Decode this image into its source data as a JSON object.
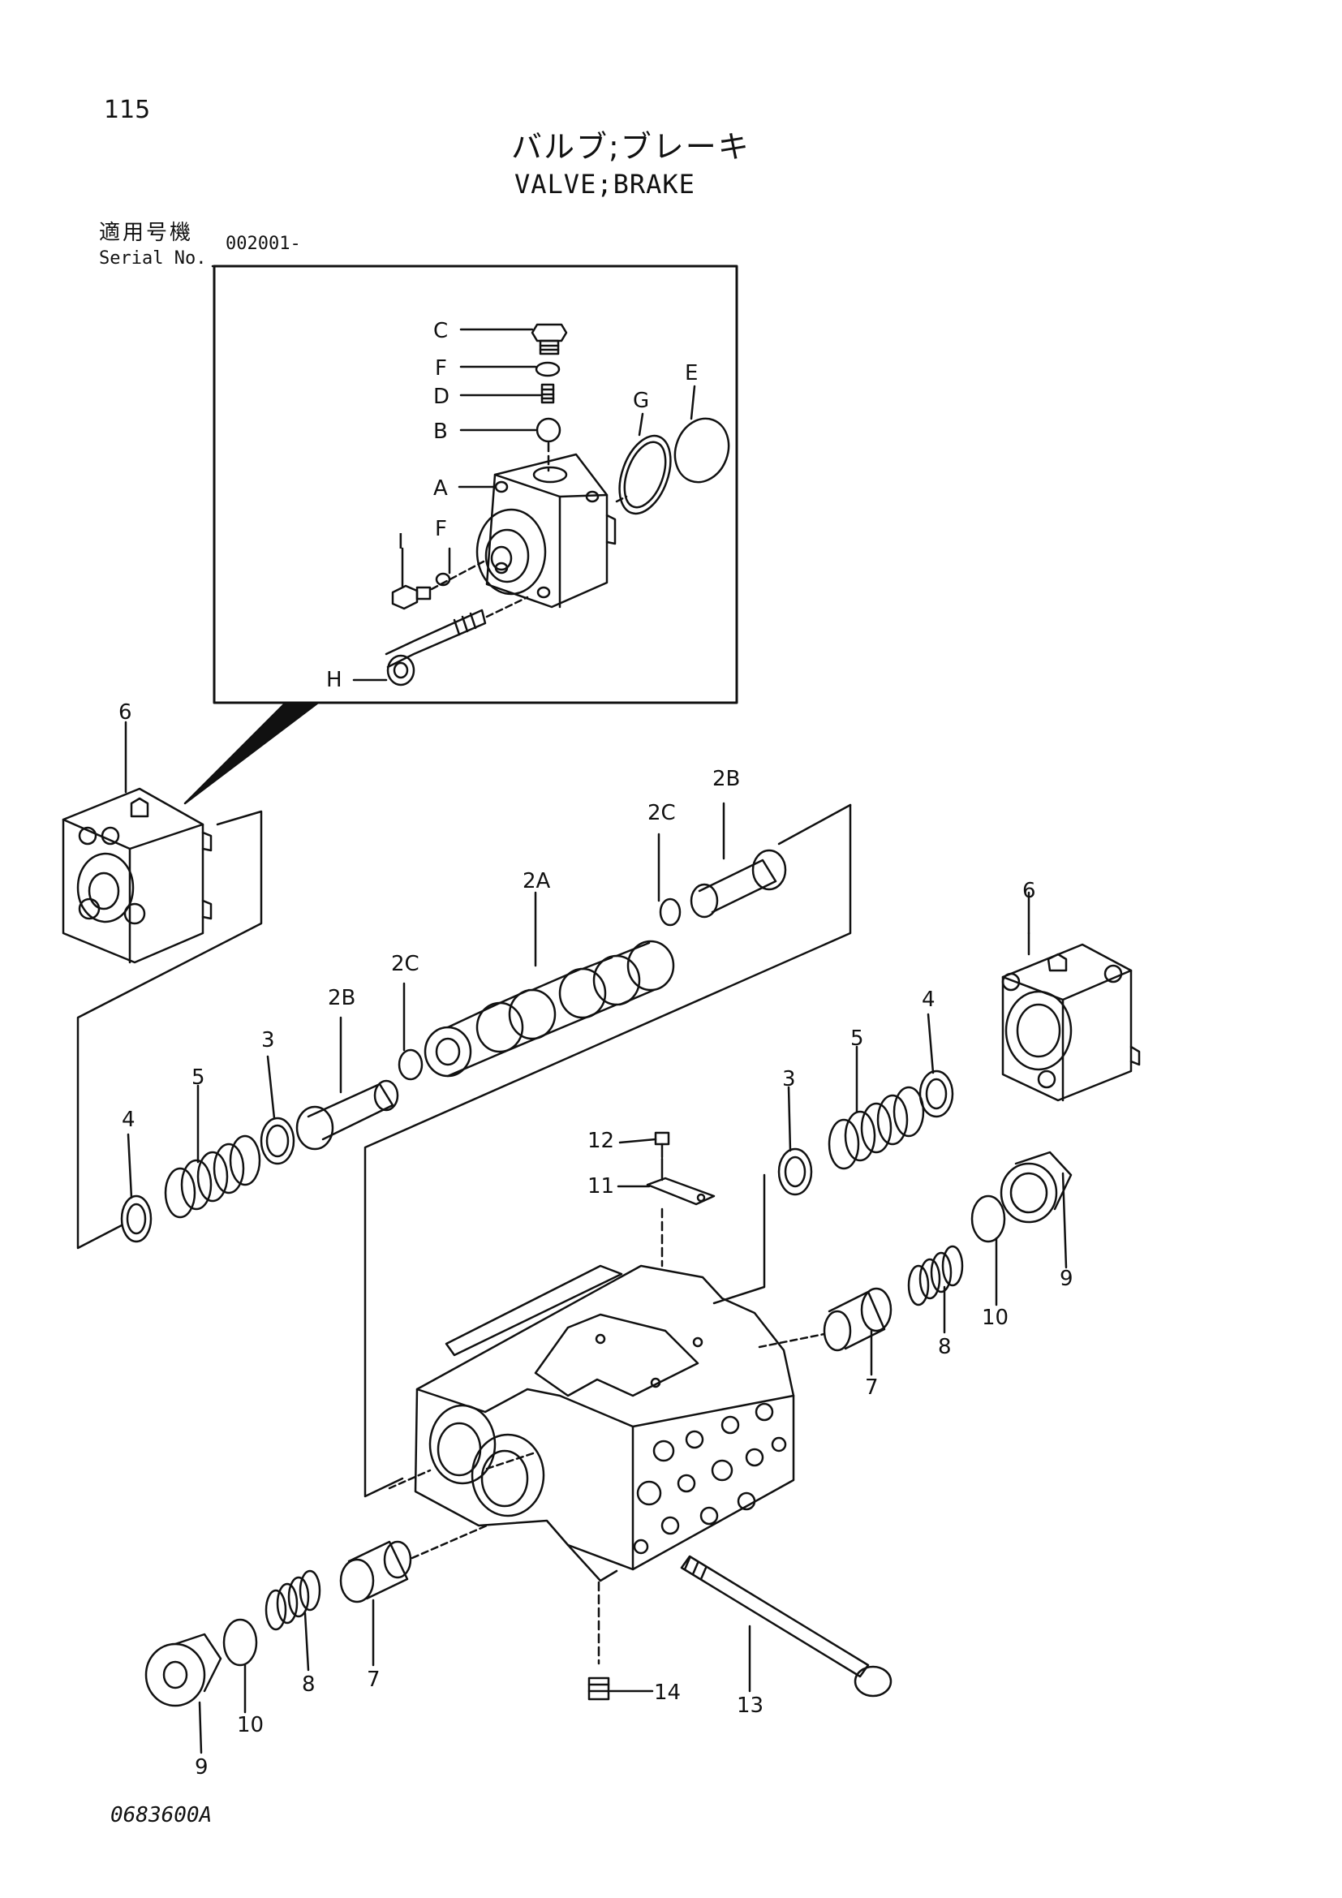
{
  "page": {
    "number": "115",
    "title_jp": "バルブ;ブレーキ",
    "title_en": "VALVE;BRAKE"
  },
  "serial": {
    "label_jp": "適用号機",
    "label_en": "Serial No.",
    "value": "002001-"
  },
  "document_code": "0683600A",
  "callouts": {
    "C": "C",
    "F": "F",
    "D": "D",
    "B": "B",
    "A": "A",
    "I": "I",
    "H": "H",
    "G": "G",
    "E": "E",
    "p6": "6",
    "p2A": "2A",
    "p2B": "2B",
    "p2C": "2C",
    "p3": "3",
    "p4": "4",
    "p5": "5",
    "p7": "7",
    "p8": "8",
    "p9": "9",
    "p10": "10",
    "p11": "11",
    "p12": "12",
    "p13": "13",
    "p14": "14"
  }
}
